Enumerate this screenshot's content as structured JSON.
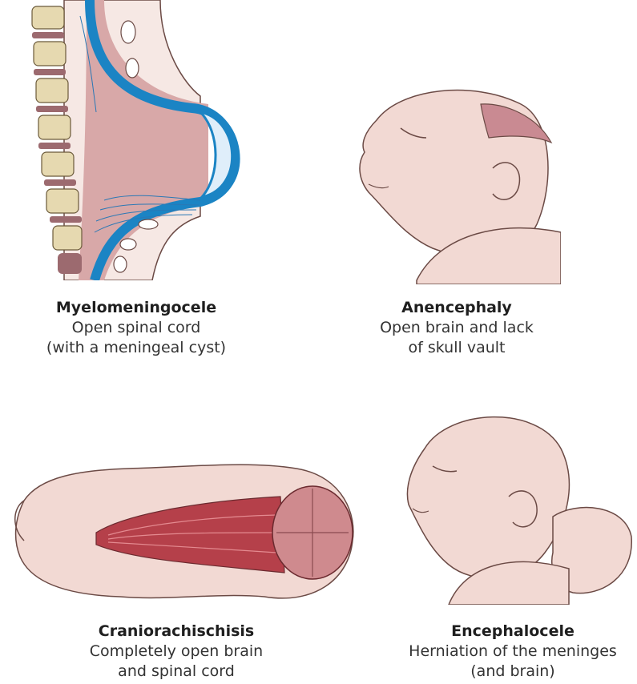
{
  "panels": [
    {
      "id": "myelomeningocele",
      "title": "Myelomeningocele",
      "lines": [
        "Open spinal cord",
        "(with a meningeal cyst)"
      ]
    },
    {
      "id": "anencephaly",
      "title": "Anencephaly",
      "lines": [
        "Open brain and lack",
        "of skull vault"
      ]
    },
    {
      "id": "craniorachischisis",
      "title": "Craniorachischisis",
      "lines": [
        "Completely open brain",
        "and spinal cord"
      ]
    },
    {
      "id": "encephalocele",
      "title": "Encephalocele",
      "lines": [
        "Herniation of the meninges",
        "(and brain)"
      ]
    }
  ],
  "colors": {
    "skin": "#f2d9d3",
    "skin_outline": "#6b4a45",
    "dura_blue": "#1b84c4",
    "cyst_light": "#dfeefa",
    "vertebra": "#e6d9b0",
    "disc": "#9c6a6f",
    "neural_pink": "#d4a3a3",
    "exposed_tissue": "#b5404a",
    "brain": "#cf8a8e"
  }
}
